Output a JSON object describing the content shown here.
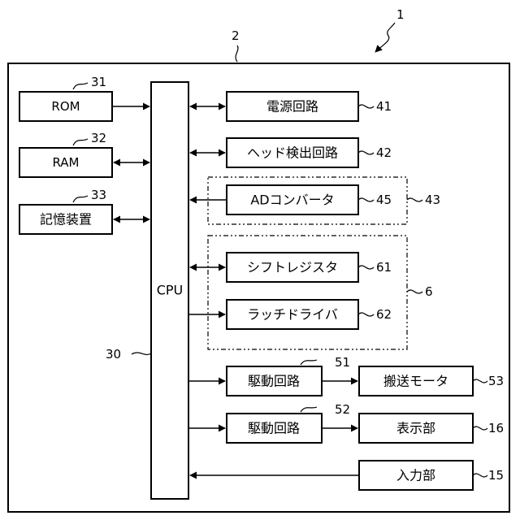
{
  "labels": {
    "rom": "ROM",
    "ram": "RAM",
    "storage": "記憶装置",
    "cpu": "CPU",
    "power": "電源回路",
    "head_detect": "ヘッド検出回路",
    "ad_converter": "ADコンバータ",
    "shift_register": "シフトレジスタ",
    "latch_driver": "ラッチドライバ",
    "drive_circuit_1": "駆動回路",
    "drive_circuit_2": "駆動回路",
    "transport_motor": "搬送モータ",
    "display": "表示部",
    "input": "入力部"
  },
  "refs": {
    "device": "1",
    "housing": "2",
    "cpu": "30",
    "rom": "31",
    "ram": "32",
    "storage": "33",
    "power": "41",
    "head_detect": "42",
    "ad_group": "43",
    "ad_converter": "45",
    "printhead_group": "6",
    "shift_register": "61",
    "latch_driver": "62",
    "drive_circuit_1": "51",
    "drive_circuit_2": "52",
    "transport_motor": "53",
    "display": "16",
    "input": "15"
  }
}
